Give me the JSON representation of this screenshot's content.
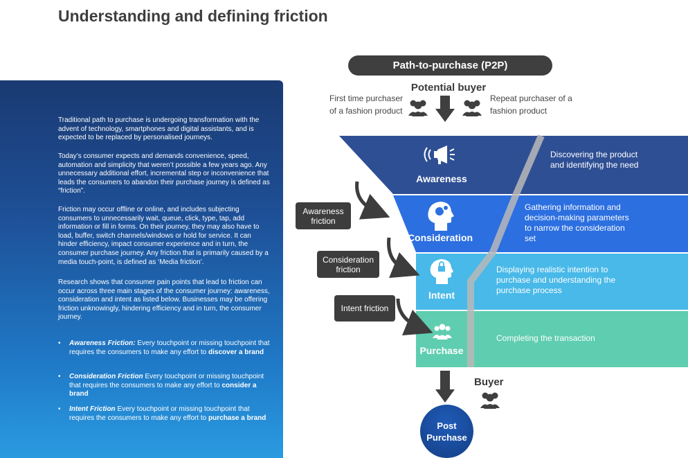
{
  "title": "Understanding and defining friction",
  "panel": {
    "paragraphs": [
      "Traditional path to purchase is undergoing transformation with the advent of technology, smartphones and digital assistants, and is expected to be replaced by personalised journeys.",
      "Today’s consumer expects and demands convenience, speed, automation and simplicity that weren’t possible a few years ago. Any unnecessary additional effort, incremental step or inconvenience that leads the consumers to abandon their purchase journey is defined as “friction”.",
      "Friction may occur offline or online, and includes subjecting consumers to unnecessarily wait, queue, click, type, tap, add information or fill in forms. On their journey, they may also have to load, buffer, switch channels/windows or hold for service. It can hinder efficiency, impact consumer experience and in turn, the consumer purchase journey. Any friction that is primarily caused by a media touch-point, is defined as ‘Media friction’.",
      "Research shows that consumer pain points that lead to friction can occur across three main stages of the consumer journey: awareness, consideration and intent as listed below. Businesses may be offering friction unknowingly, hindering efficiency and in turn, the consumer journey."
    ],
    "bullets": [
      {
        "term": "Awareness Friction:",
        "text": " Every touchpoint or missing touchpoint that requires the consumers to make any effort to ",
        "strong": "discover a brand"
      },
      {
        "term": "Consideration Friction",
        "text": "  Every touchpoint or missing touchpoint that requires the consumers to make any effort to ",
        "strong": "consider a brand"
      },
      {
        "term": "Intent Friction",
        "text": "  Every touchpoint or missing touchpoint that requires the consumers to make any effort to ",
        "strong": "purchase a brand"
      }
    ]
  },
  "diagram": {
    "header": "Path-to-purchase (P2P)",
    "potential_buyer": "Potential buyer",
    "first_time": "First time purchaser of a fashion product",
    "repeat": "Repeat purchaser of a fashion product",
    "stages": [
      {
        "label": "Awareness",
        "desc": "Discovering the product and identifying the need",
        "color": "#2f4f94",
        "icon": "megaphone-icon"
      },
      {
        "label": "Consideration",
        "desc": "Gathering information and decision-making parameters to narrow the consideration set",
        "color": "#2c6fe0",
        "icon": "head-gears-icon"
      },
      {
        "label": "Intent",
        "desc": "Displaying realistic intention to purchase and understanding the purchase process",
        "color": "#48b9e8",
        "icon": "head-lock-icon"
      },
      {
        "label": "Purchase",
        "desc": "Completing the transaction",
        "color": "#5fcdb0",
        "icon": "people-group-icon"
      }
    ],
    "frictions": [
      "Awareness friction",
      "Consideration friction",
      "Intent friction"
    ],
    "buyer": "Buyer",
    "post_purchase": [
      "Post",
      "Purchase"
    ]
  }
}
